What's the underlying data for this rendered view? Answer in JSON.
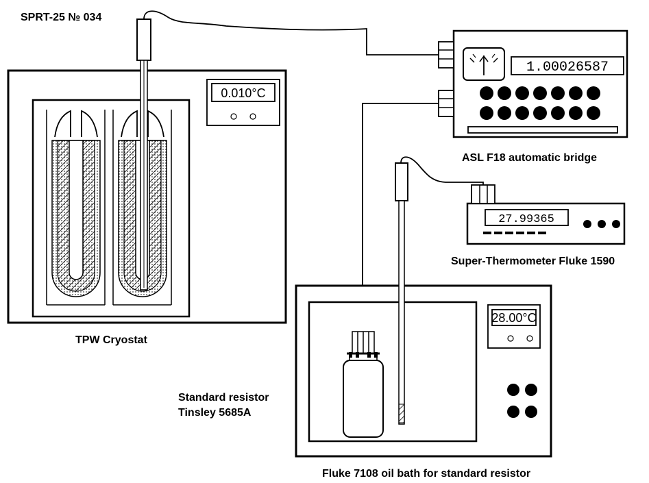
{
  "labels": {
    "sprt": "SPRT-25 № 034",
    "bridge": "ASL F18 automatic bridge",
    "thermometer": "Super-Thermometer Fluke 1590",
    "cryostat": "TPW Cryostat",
    "resistor_line1": "Standard resistor",
    "resistor_line2": "Tinsley 5685A",
    "oil_bath": "Fluke 7108 oil bath for standard resistor"
  },
  "displays": {
    "cryostat_temp": "0.010°C",
    "bridge_ratio": "1.00026587",
    "thermometer_reading": "27.99365",
    "oil_bath_temp": "28.00°C"
  },
  "colors": {
    "line": "#000000",
    "background": "#ffffff"
  },
  "icons": {
    "bridge_meter": "analog-meter-icon",
    "hatch": "hatched-ice-mantle"
  }
}
